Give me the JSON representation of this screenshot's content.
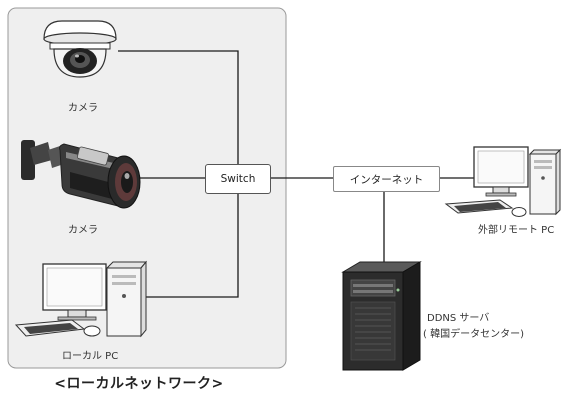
{
  "nodes": {
    "dome_camera_label": "カメラ",
    "bullet_camera_label": "カメラ",
    "local_pc_label": "ローカル PC",
    "switch_label": "Switch",
    "internet_label": "インターネット",
    "remote_pc_label": "外部リモート PC",
    "ddns_server_label_line1": "DDNS サーバ",
    "ddns_server_label_line2": "( 韓国データセンター)"
  },
  "caption": "<ローカルネットワーク>"
}
